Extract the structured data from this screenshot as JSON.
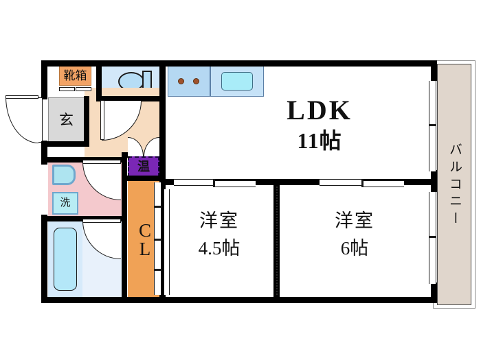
{
  "document": {
    "type": "floor-plan",
    "title": "2LDK apartment floor plan",
    "language": "ja"
  },
  "rooms": [
    {
      "key": "ldk",
      "label": "LDK",
      "size": "11帖",
      "name_en": "living-dining-kitchen"
    },
    {
      "key": "washitsu1",
      "label": "洋室",
      "size": "4.5帖",
      "name_en": "western-room-4.5"
    },
    {
      "key": "washitsu2",
      "label": "洋室",
      "size": "6帖",
      "name_en": "western-room-6"
    },
    {
      "key": "genkan",
      "label": "玄",
      "size": "",
      "name_en": "entrance"
    },
    {
      "key": "closet",
      "label": "CL",
      "size": "",
      "name_en": "closet"
    },
    {
      "key": "balcony",
      "label": "バルコニー",
      "size": "",
      "name_en": "balcony"
    }
  ],
  "labels": {
    "ldk": "LDK",
    "ldk_size": "11帖",
    "room_a": "洋室",
    "room_a_size": "4.5帖",
    "room_b": "洋室",
    "room_b_size": "6帖",
    "genkan": "玄",
    "shoebox": "靴箱",
    "washer": "洗",
    "water_heater": "温",
    "closet_line1": "C",
    "closet_line2": "L",
    "balcony": "バルコニー"
  },
  "fixtures": [
    {
      "name": "toilet-bowl",
      "room": "toilet"
    },
    {
      "name": "toilet-tank",
      "room": "toilet"
    },
    {
      "name": "kitchen-stove",
      "room": "kitchen",
      "burners": 2
    },
    {
      "name": "kitchen-sink",
      "room": "kitchen"
    },
    {
      "name": "vanity-basin",
      "room": "washroom"
    },
    {
      "name": "washing-machine-pan",
      "room": "washroom"
    },
    {
      "name": "bathtub",
      "room": "bathroom"
    },
    {
      "name": "shoe-cabinet",
      "room": "entrance"
    },
    {
      "name": "water-heater",
      "room": "hallway"
    }
  ],
  "colors": {
    "wall": "#000000",
    "entrance_fill": "#d9d9d9",
    "hallway_fill": "#f7dcc0",
    "washroom_fill": "#f4c9cd",
    "bathroom_fill": "#e8f1fb",
    "toilet_fill": "#d3e8f9",
    "kitchen_fill": "#b5d8f2",
    "closet_fill": "#f0a256",
    "shoebox_fill": "#f2a365",
    "heater_fill": "#7a27b5",
    "balcony_fill": "#e0d6cc",
    "tub_fill": "#b4e7f8"
  }
}
